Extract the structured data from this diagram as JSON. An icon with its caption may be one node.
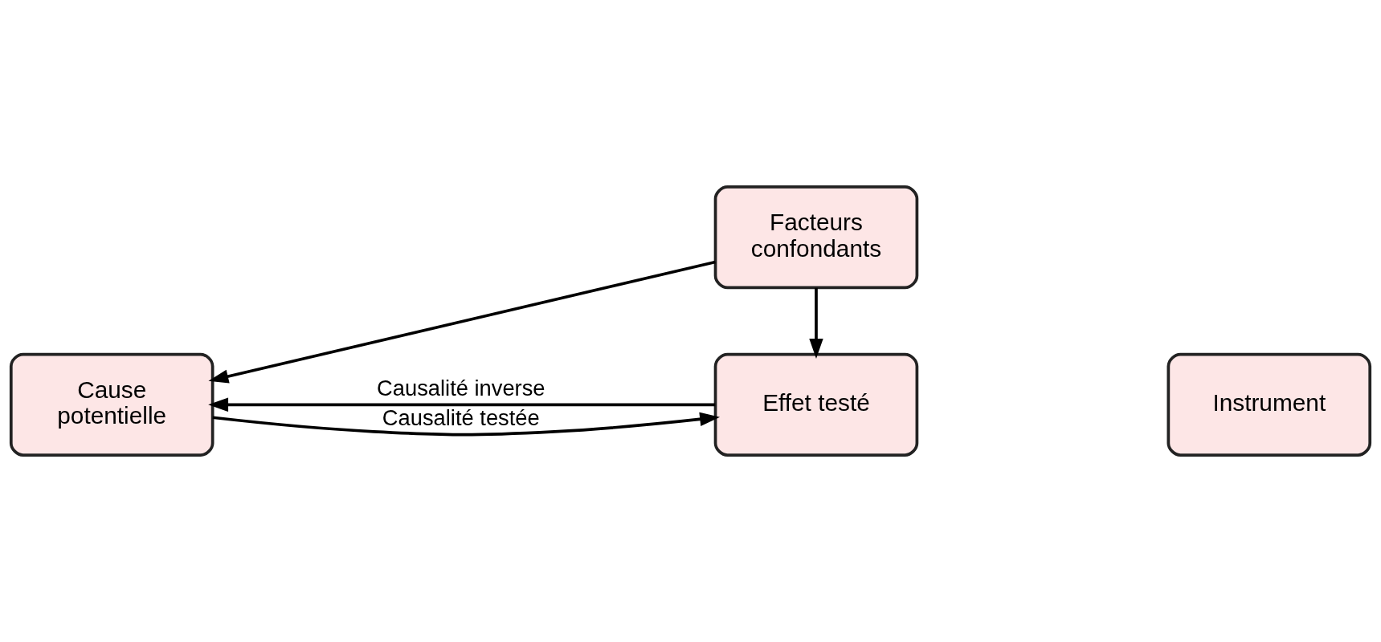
{
  "diagram": {
    "nodes": [
      {
        "text": [
          "Facteurs confondants"
        ]
      },
      {
        "text": [
          "Cause potentielle"
        ]
      },
      {
        "text": [
          "Effet testé"
        ]
      },
      {
        "text": [
          "Instrument"
        ]
      }
    ],
    "edges": [
      {
        "from": 0,
        "to": 1,
        "arrow": "to"
      },
      {
        "from": 0,
        "to": 2,
        "arrow": "to"
      },
      {
        "from": 1,
        "to": 2,
        "arrow": "to",
        "label": "Causalité testée"
      },
      {
        "from": 2,
        "to": 1,
        "arrow": "to",
        "label": "Causalité inverse"
      }
    ]
  }
}
